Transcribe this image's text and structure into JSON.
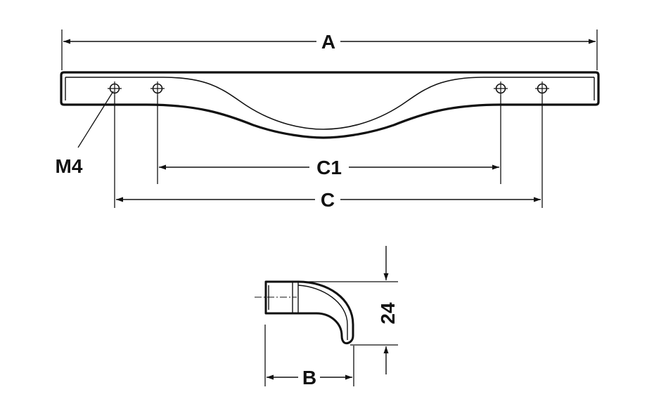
{
  "diagram": {
    "labels": {
      "overall_length": "A",
      "depth": "B",
      "hole_spacing_inner": "C1",
      "hole_spacing_outer": "C",
      "thread": "M4",
      "height": "24"
    },
    "colors": {
      "line": "#111111",
      "background": "#ffffff"
    }
  }
}
